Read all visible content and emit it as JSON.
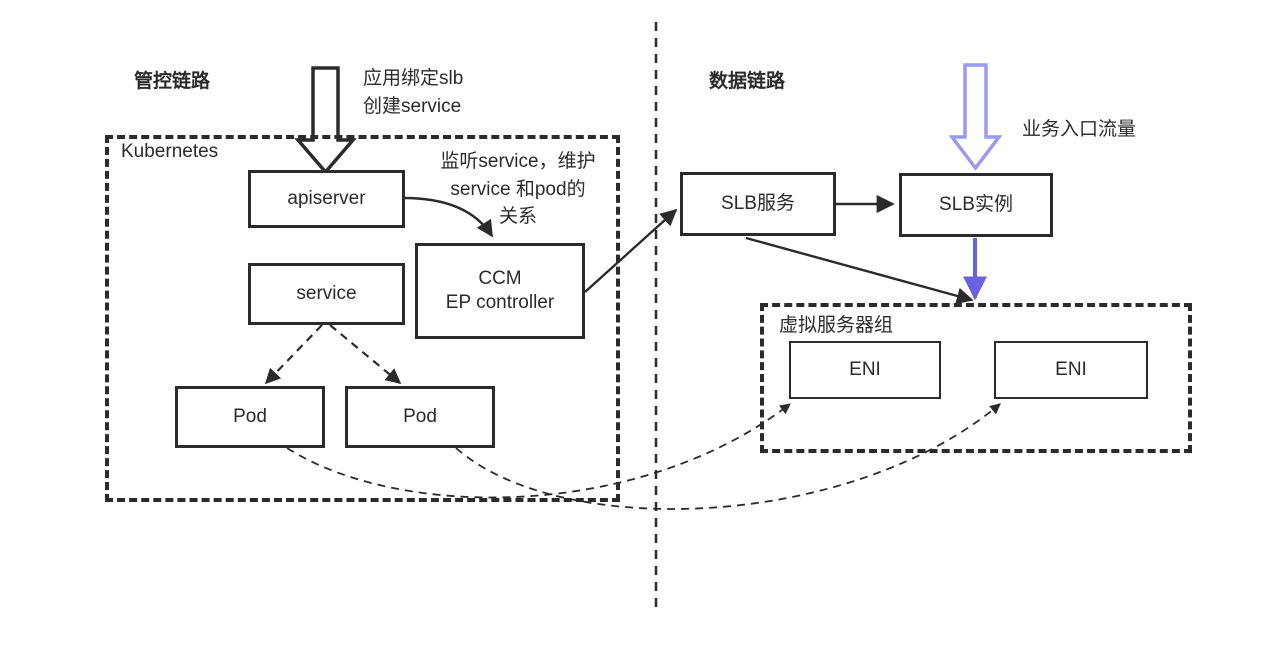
{
  "diagram": {
    "title_control_lane": "管控链路",
    "title_data_lane": "数据链路",
    "groups": {
      "kubernetes": "Kubernetes",
      "virtual_server_group": "虚拟服务器组"
    },
    "nodes": {
      "apiserver": "apiserver",
      "service": "service",
      "ccm_line1": "CCM",
      "ccm_line2": "EP controller",
      "pod_left": "Pod",
      "pod_right": "Pod",
      "slb_service": "SLB服务",
      "slb_instance": "SLB实例",
      "eni_left": "ENI",
      "eni_right": "ENI"
    },
    "annotations": {
      "app_bind_slb": "应用绑定slb\n创建service",
      "watch_service": "监听service，维护\nservice 和pod的\n关系",
      "business_ingress_traffic": "业务入口流量"
    },
    "colors": {
      "stroke": "#2b2b2b",
      "background": "#ffffff",
      "purple_outline_arrow": "#9a9aee",
      "purple_solid_arrow": "#6a62e0"
    },
    "edges": [
      {
        "from": "external-ingress",
        "to": "apiserver",
        "style": "block-outline-arrow",
        "label": "应用绑定slb\n创建service"
      },
      {
        "from": "apiserver",
        "to": "ccm",
        "style": "solid-curved-arrow",
        "label": "监听service，维护\nservice 和pod的\n关系"
      },
      {
        "from": "service",
        "to": "pod_left",
        "style": "dashed-arrow"
      },
      {
        "from": "service",
        "to": "pod_right",
        "style": "dashed-arrow"
      },
      {
        "from": "ccm",
        "to": "slb_service",
        "style": "solid-arrow"
      },
      {
        "from": "slb_service",
        "to": "slb_instance",
        "style": "solid-arrow"
      },
      {
        "from": "slb_service",
        "to": "virtual_server_group",
        "style": "solid-arrow"
      },
      {
        "from": "external-traffic",
        "to": "slb_instance",
        "style": "block-outline-arrow",
        "label": "业务入口流量"
      },
      {
        "from": "slb_instance",
        "to": "virtual_server_group",
        "style": "solid-arrow-purple"
      },
      {
        "from": "pod_left",
        "to": "eni_left",
        "style": "dashed-curved-arrow"
      },
      {
        "from": "pod_right",
        "to": "eni_right",
        "style": "dashed-curved-arrow"
      }
    ]
  }
}
